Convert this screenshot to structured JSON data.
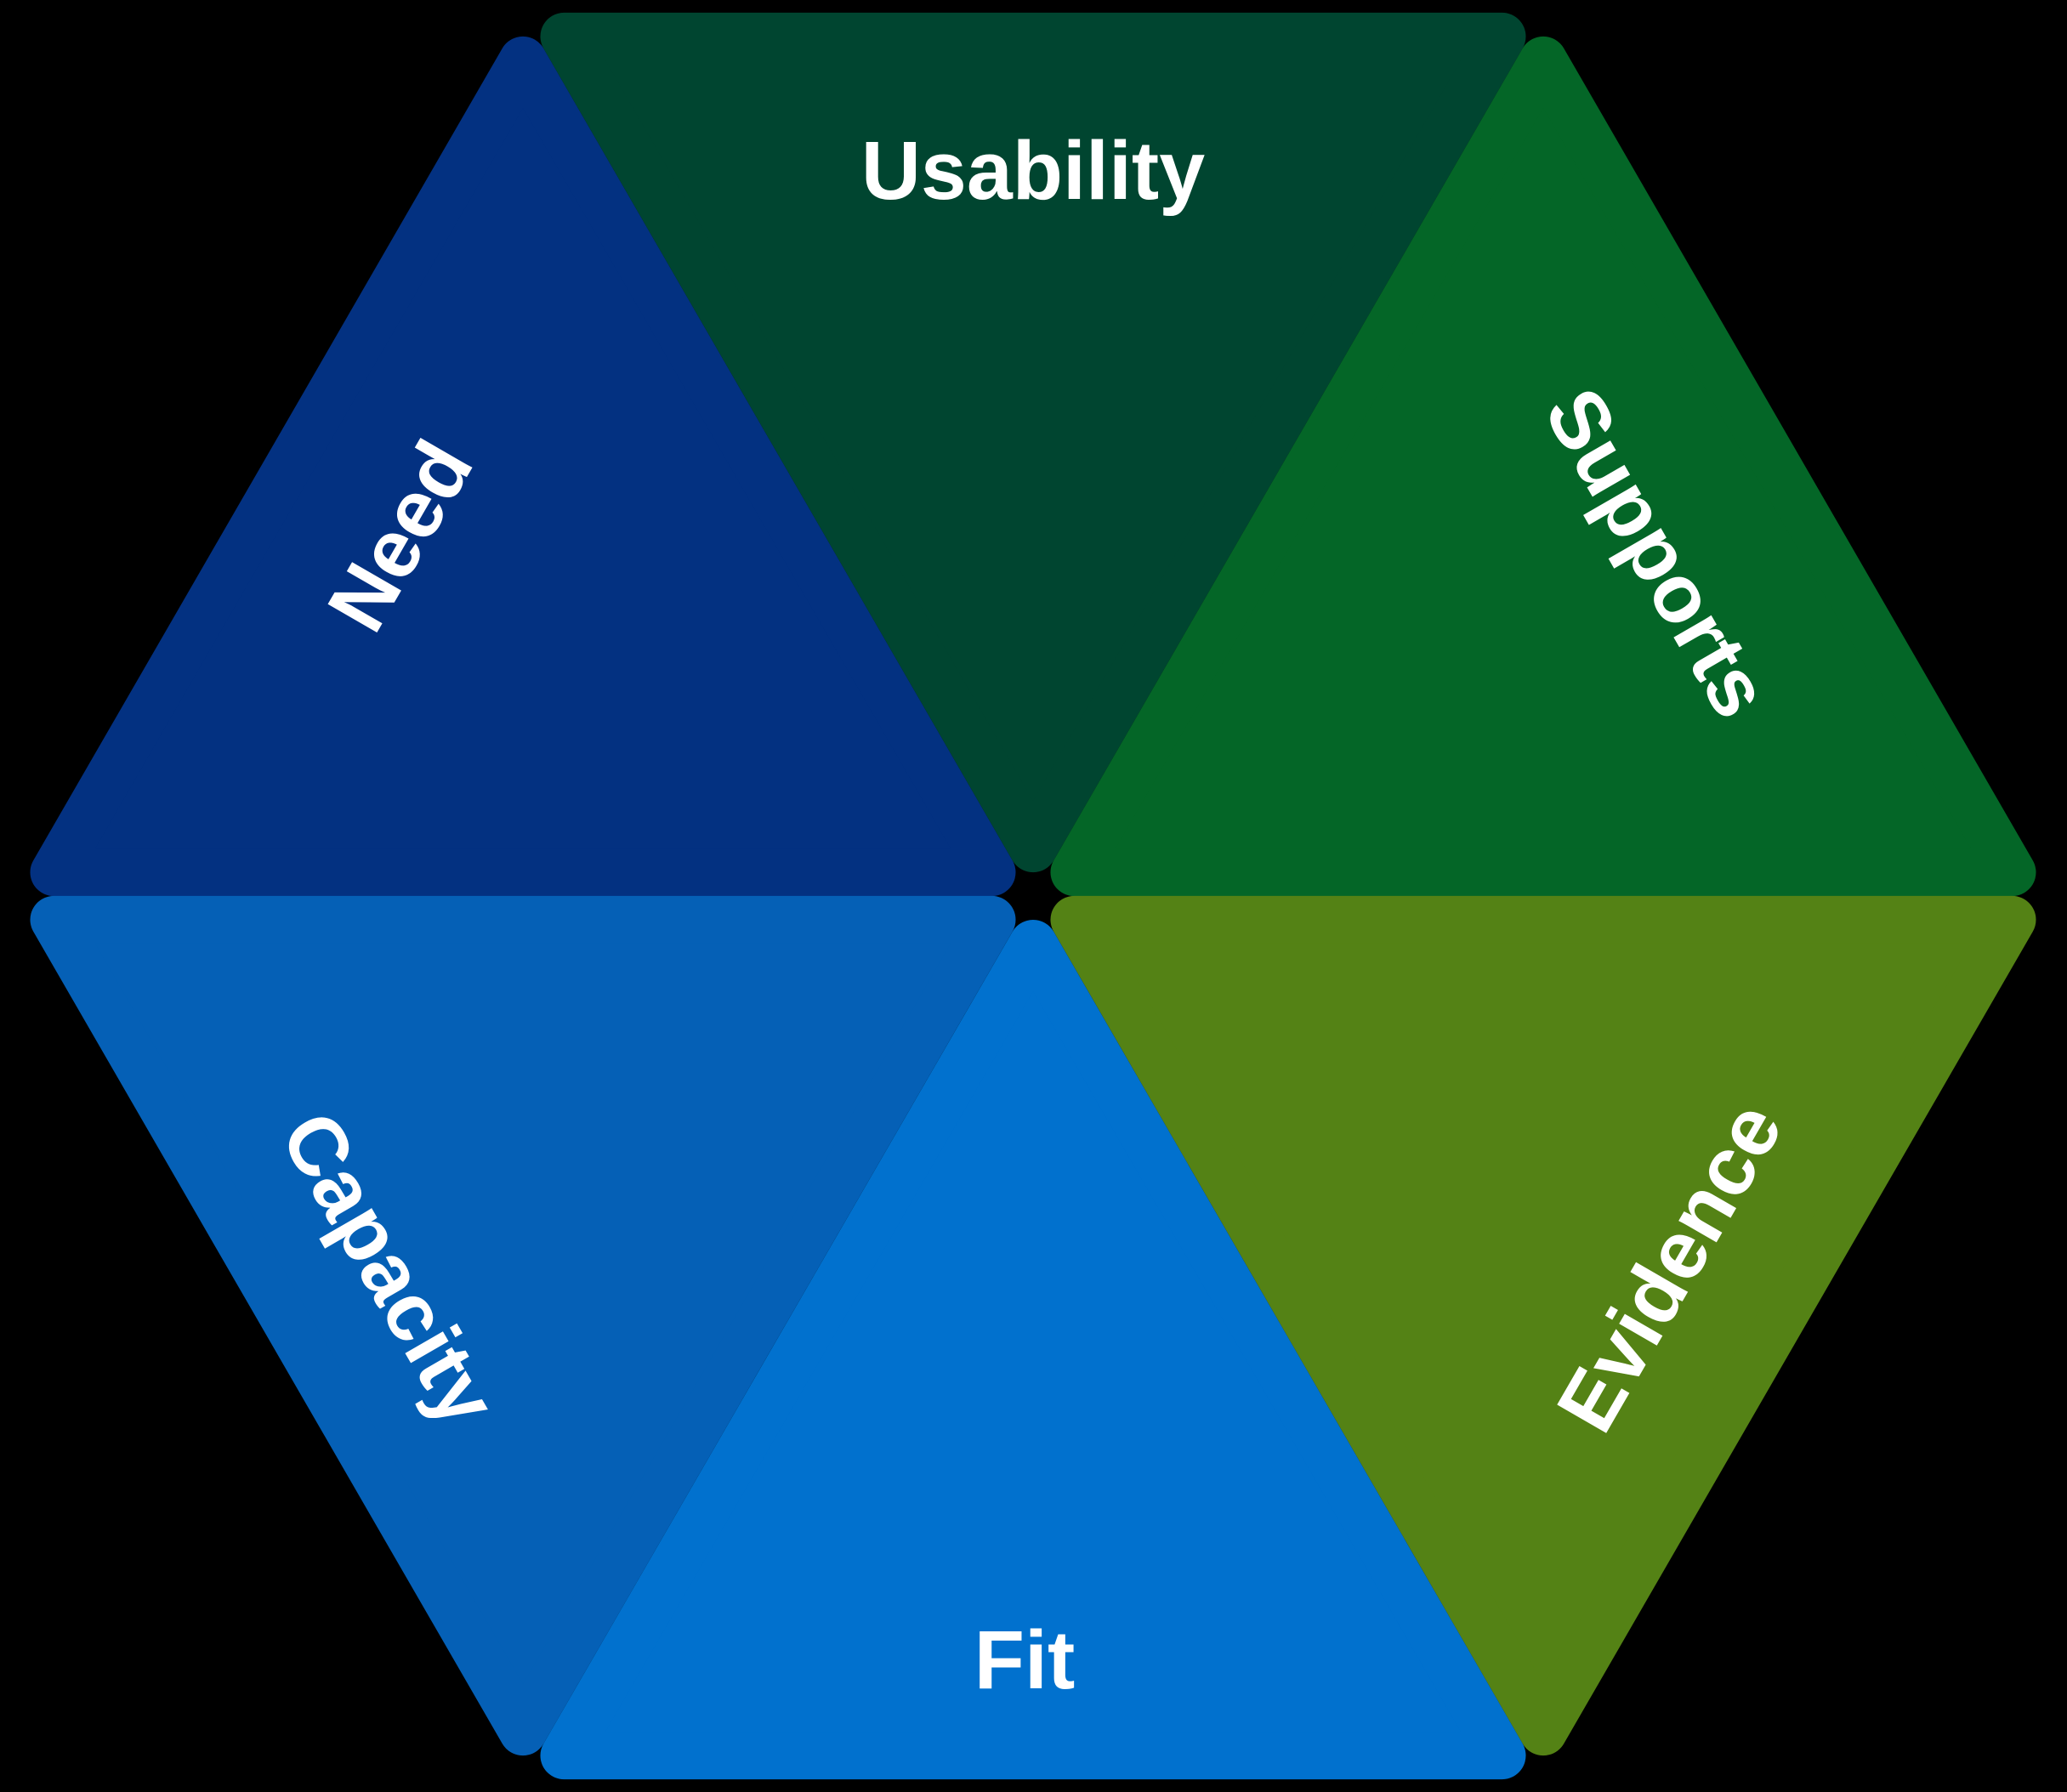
{
  "background": "#000000",
  "label_color": "#ffffff",
  "diagram": {
    "type": "hexagon-segments",
    "description": "Regular hexagon split into six rounded triangular wedges meeting at the center"
  },
  "segments": [
    {
      "id": "need",
      "label": "Need",
      "color": "#033181"
    },
    {
      "id": "usability",
      "label": "Usability",
      "color": "#004530"
    },
    {
      "id": "supports",
      "label": "Supports",
      "color": "#046627"
    },
    {
      "id": "evidence",
      "label": "Evidence",
      "color": "#548215"
    },
    {
      "id": "fit",
      "label": "Fit",
      "color": "#0171ce"
    },
    {
      "id": "capacity",
      "label": "Capacity",
      "color": "#0560b6"
    }
  ]
}
